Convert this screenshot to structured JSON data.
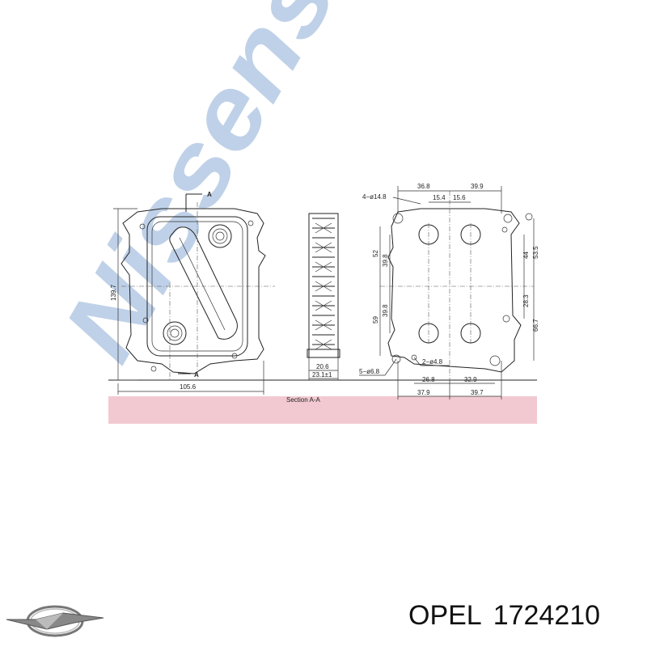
{
  "watermark": {
    "text": "Nissens",
    "color": "#b9cde6"
  },
  "section_label": "Section A-A",
  "section_marker": "A",
  "band_color": "#f2c9d1",
  "dimensions": {
    "overall_height": "139.7",
    "overall_width": "105.6",
    "section_thickness": "20.6",
    "section_tolerance": "23.1±1",
    "top_left_span": "36.8",
    "top_right_span": "39.9",
    "port_spacing_left": "15.4",
    "port_spacing_right": "15.6",
    "port_holes": "4−ø14.8",
    "left_upper_outer": "52",
    "left_upper_inner": "39.8",
    "left_lower_outer": "59",
    "left_lower_inner": "39.8",
    "right_upper_inner": "44",
    "right_upper_outer": "53.5",
    "right_lower_inner": "28.3",
    "right_lower_outer": "66.7",
    "small_holes": "2−ø4.8",
    "mount_holes": "5−ø6.8",
    "bottom_inner_left": "26.8",
    "bottom_inner_right": "32.9",
    "bottom_outer_left": "37.9",
    "bottom_outer_right": "39.7"
  },
  "footer": {
    "brand_name": "OPEL",
    "part_number": "1724210",
    "logo_icon": "opel-logo-icon"
  }
}
